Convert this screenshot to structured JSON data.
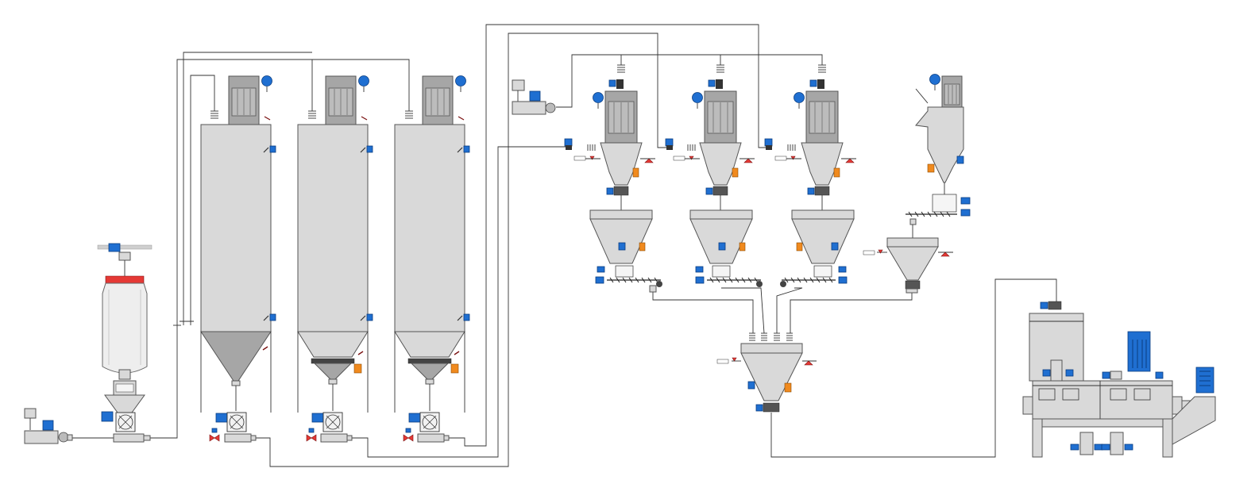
{
  "diagram": {
    "title": "",
    "colors": {
      "equipment": "#d9d9d9",
      "equipment_dark": "#a6a6a6",
      "actuator": "#1f6fd1",
      "sensor": "#f08a1e",
      "valve_marker": "#e53935",
      "pipe": "#333333"
    },
    "components": [
      "big-bag-station",
      "blower-1",
      "storage-silo-1",
      "storage-silo-2",
      "storage-silo-3",
      "blower-2",
      "receiver-1",
      "receiver-2",
      "receiver-3",
      "weigh-hopper-1",
      "weigh-hopper-2",
      "weigh-hopper-3",
      "minor-ingredient-hopper",
      "collecting-hopper",
      "mixer"
    ],
    "icons": [
      "blower-icon",
      "rotary-valve-icon",
      "level-sensor-icon",
      "dust-filter-icon",
      "screw-conveyor-icon",
      "motor-icon",
      "triangle-marker-icon"
    ]
  }
}
